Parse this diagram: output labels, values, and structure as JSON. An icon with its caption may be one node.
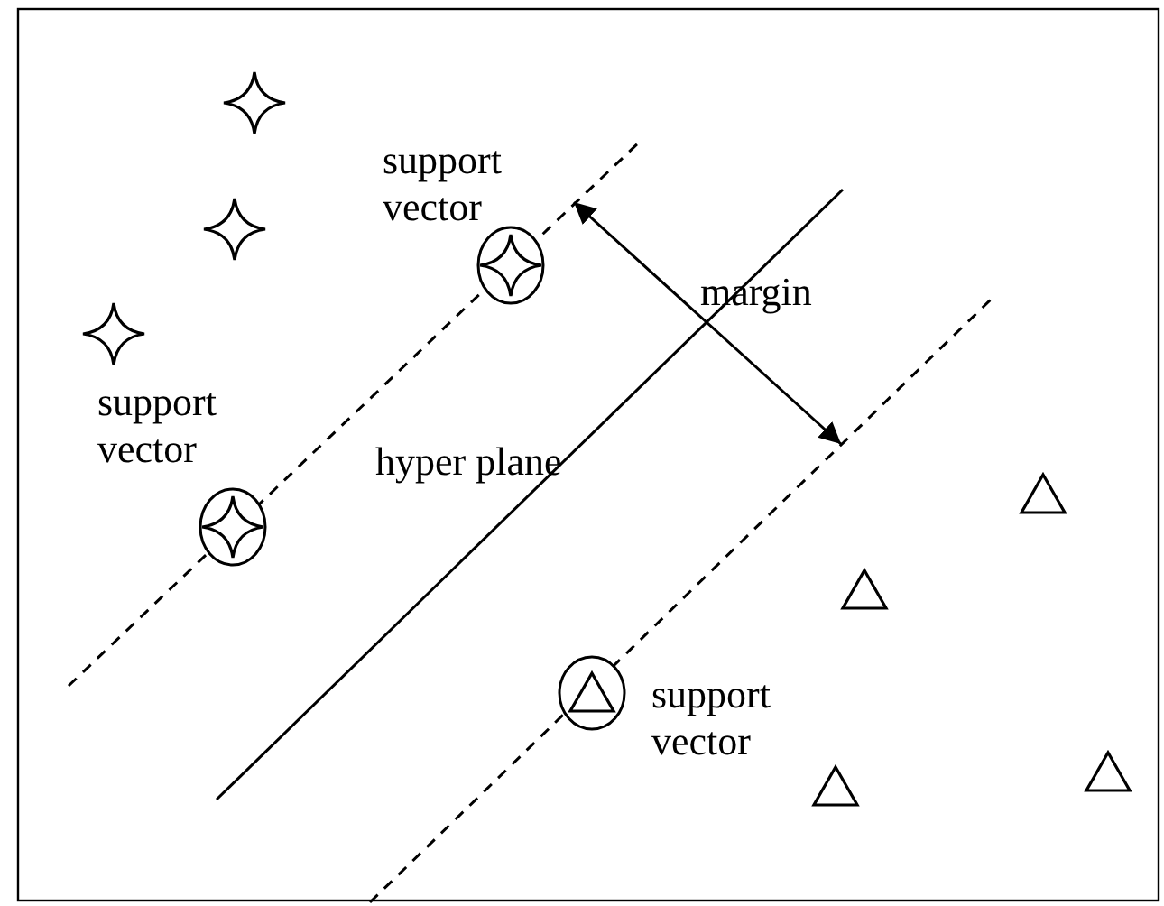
{
  "diagram": {
    "labels": [
      "support vector",
      "margin",
      "support vector",
      "hyper plane",
      "support vector"
    ]
  }
}
